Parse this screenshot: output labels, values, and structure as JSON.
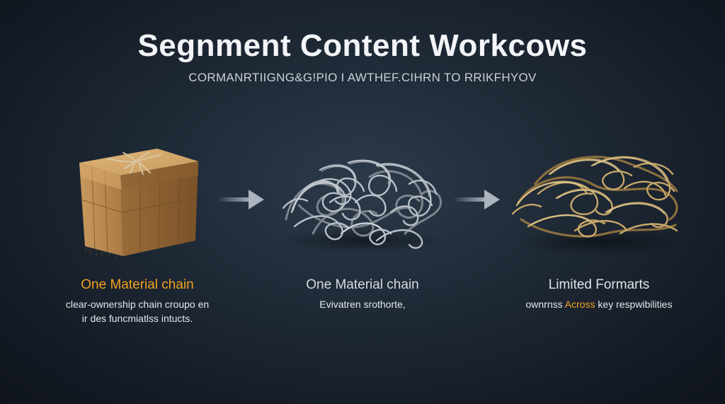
{
  "header": {
    "title": "Segnment Content Workcows",
    "subtitle": "CORMANRTIIGNG&G!PIO I AWTHEF.CIHRN TO RRIKFHYOV"
  },
  "stages": [
    {
      "label": "One Material chain",
      "desc_lines": [
        "clear-ownership chain croupo en",
        "ir des funcmiatlss intucts."
      ],
      "icon": "wooden-box-icon",
      "label_color": "#f0a21e"
    },
    {
      "label": "One Material chain",
      "desc_lines": [
        "Evivatren srothorte,"
      ],
      "icon": "silver-wire-tangle-icon",
      "label_color": "#d5dae0"
    },
    {
      "label": "Limited Formarts",
      "desc_before": "ownrnss ",
      "desc_highlight": "Across",
      "desc_after": " key respwibilities",
      "icon": "gold-wire-tangle-icon",
      "label_color": "#dfe3e8"
    }
  ],
  "connectors": [
    {
      "icon": "arrow-right-icon"
    },
    {
      "icon": "arrow-right-icon"
    }
  ],
  "colors": {
    "accent": "#f0a21e",
    "background": "#1f2a37",
    "arrow": "#9aa4b0"
  }
}
